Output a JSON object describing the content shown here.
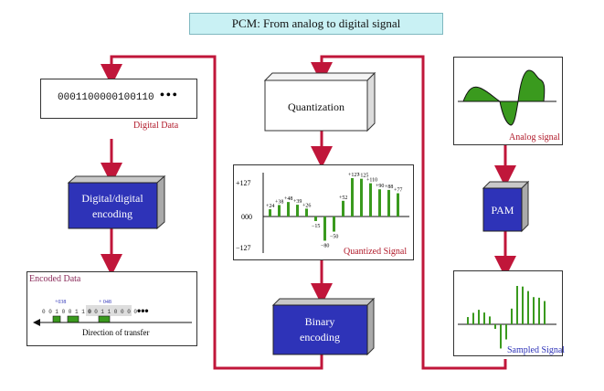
{
  "title": "PCM: From analog to digital signal",
  "digital_data": {
    "bits": "0001100000100110",
    "dots": "•••",
    "caption": "Digital Data"
  },
  "quantization": {
    "label": "Quantization"
  },
  "analog": {
    "caption": "Analog signal"
  },
  "dd_encoding": {
    "line1": "Digital/digital",
    "line2": "encoding"
  },
  "pam": {
    "label": "PAM"
  },
  "quantized": {
    "caption": "Quantized Signal",
    "y_labels": [
      "+127",
      "000",
      "−127"
    ],
    "values": [
      "+24",
      "+38",
      "+48",
      "+39",
      "+26",
      "−15",
      "−80",
      "−50",
      "+52",
      "+127",
      "+125",
      "+110",
      "+90",
      "+88",
      "+77"
    ]
  },
  "encoded": {
    "caption": "Encoded Data",
    "tag1": "+038",
    "tag2": "+ 048",
    "bits1": "0 0 1 0 0 1 1 0",
    "bits2": "0 0 1 1 0 0 0 0",
    "dots": "•••",
    "direction": "Direction of transfer"
  },
  "binary_encoding": {
    "line1": "Binary",
    "line2": "encoding"
  },
  "sampled": {
    "caption": "Sampled Signal"
  },
  "colors": {
    "arrow": "#c0163a",
    "box_blue": "#2e33b8",
    "bar_green": "#3a9a1e",
    "title_bg": "#c9f1f4"
  }
}
